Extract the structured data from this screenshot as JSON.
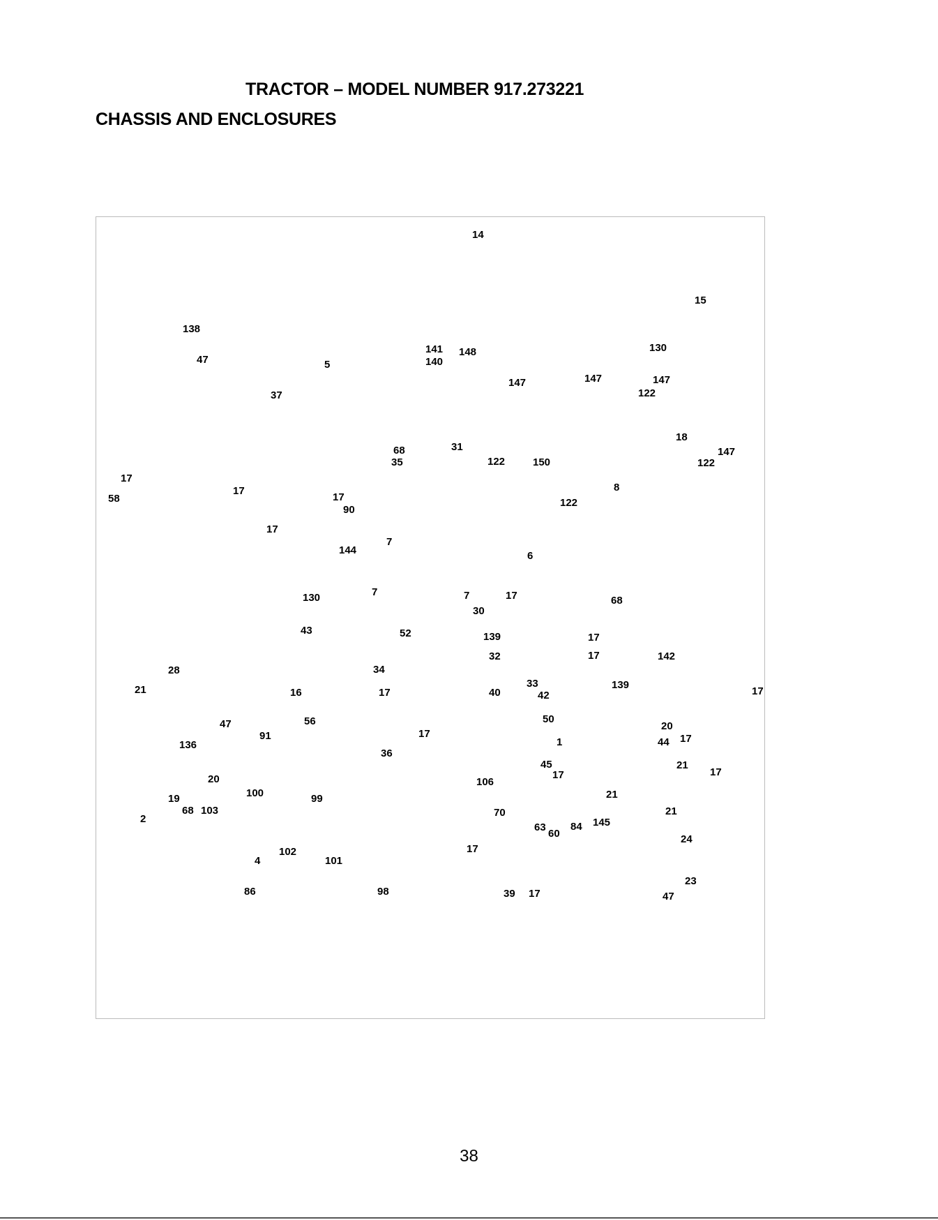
{
  "header": {
    "title": "TRACTOR – MODEL NUMBER 917.273221",
    "subtitle": "CHASSIS AND ENCLOSURES"
  },
  "callouts": [
    "138",
    "47",
    "37",
    "17",
    "58",
    "17",
    "5",
    "141",
    "140",
    "14",
    "148",
    "15",
    "130",
    "147",
    "147",
    "147",
    "122",
    "18",
    "147",
    "122",
    "68",
    "31",
    "35",
    "122",
    "150",
    "122",
    "17",
    "90",
    "17",
    "144",
    "7",
    "6",
    "8",
    "7",
    "7",
    "17",
    "68",
    "130",
    "30",
    "43",
    "52",
    "139",
    "17",
    "17",
    "32",
    "142",
    "28",
    "34",
    "33",
    "139",
    "21",
    "17",
    "16",
    "17",
    "40",
    "42",
    "50",
    "20",
    "56",
    "47",
    "91",
    "17",
    "1",
    "44",
    "17",
    "136",
    "36",
    "21",
    "45",
    "17",
    "17",
    "20",
    "106",
    "21",
    "100",
    "99",
    "19",
    "68",
    "103",
    "70",
    "21",
    "145",
    "63",
    "60",
    "84",
    "2",
    "24",
    "4",
    "102",
    "101",
    "17",
    "23",
    "86",
    "98",
    "39",
    "17",
    "47"
  ],
  "page_number": "38"
}
